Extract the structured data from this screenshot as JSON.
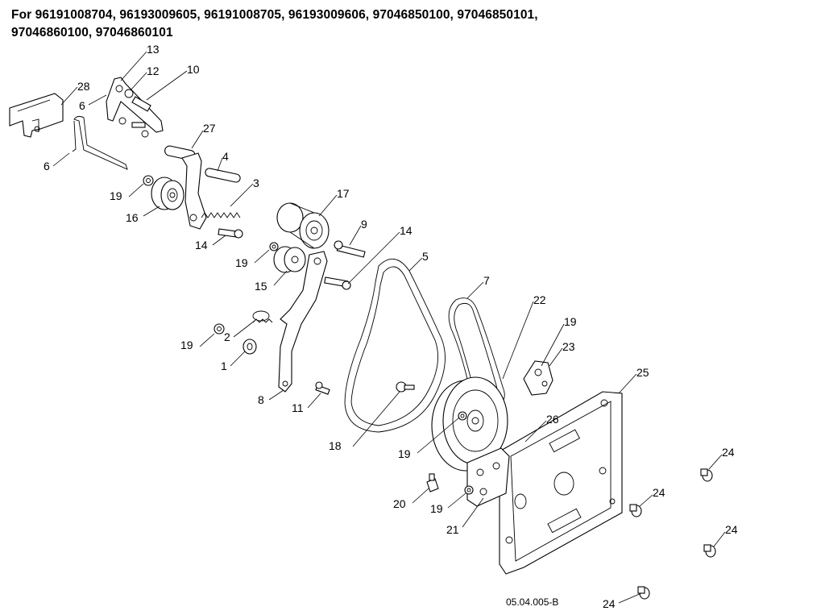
{
  "header": {
    "line1": "For 96191008704, 96193009605, 96191008705, 96193009606, 97046850100, 97046850101,",
    "line2": "97046860100, 97046860101"
  },
  "diagram_ref": "05.04.005-B",
  "callouts": {
    "c13": "13",
    "c12": "12",
    "c10": "10",
    "c28": "28",
    "c6a": "6",
    "c6b": "6",
    "c27": "27",
    "c4": "4",
    "c3": "3",
    "c19a": "19",
    "c16": "16",
    "c14a": "14",
    "c17": "17",
    "c9": "9",
    "c14b": "14",
    "c5": "5",
    "c19b": "19",
    "c15": "15",
    "c7": "7",
    "c22": "22",
    "c19c": "19",
    "c23": "23",
    "c2": "2",
    "c19d": "19",
    "c1": "1",
    "c25": "25",
    "c8": "8",
    "c11": "11",
    "c26": "26",
    "c18": "18",
    "c19e": "19",
    "c24a": "24",
    "c24b": "24",
    "c20": "20",
    "c19f": "19",
    "c21": "21",
    "c24c": "24",
    "c24d": "24"
  }
}
